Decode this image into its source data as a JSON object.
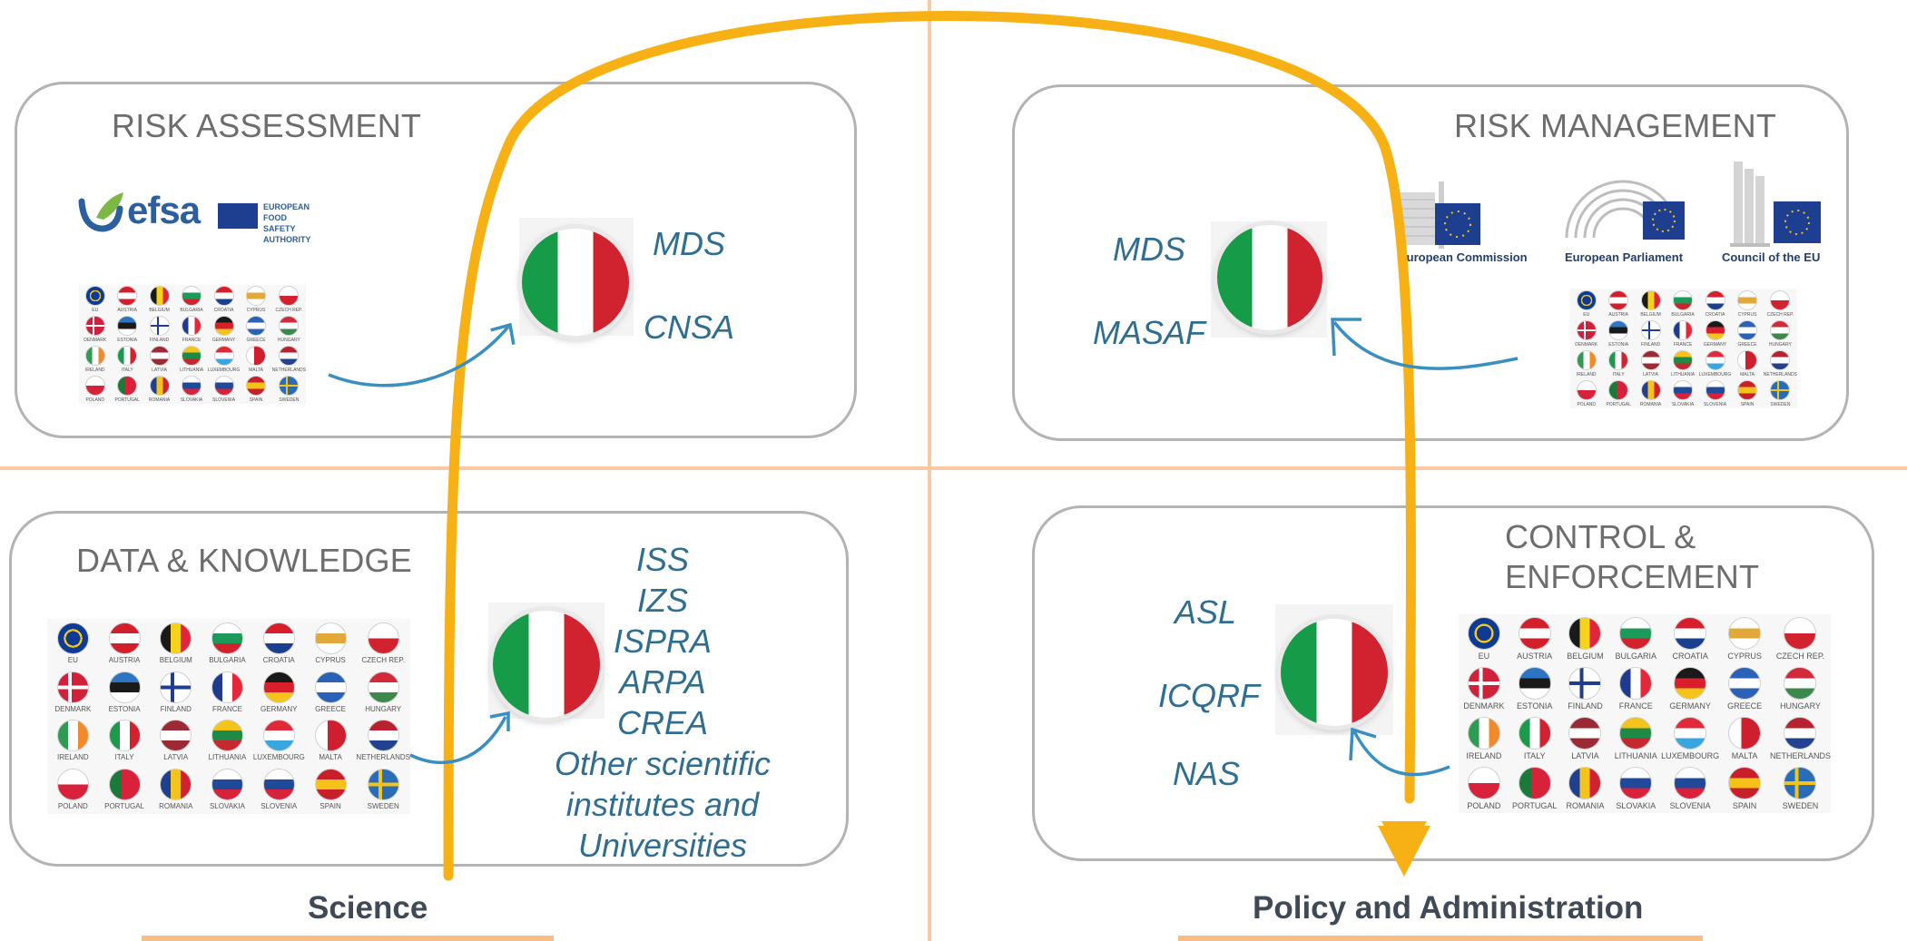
{
  "quadrants": {
    "risk_assessment": {
      "title": "RISK ASSESSMENT",
      "orgs": [
        "MDS",
        "CNSA"
      ]
    },
    "risk_management": {
      "title": "RISK MANAGEMENT",
      "orgs": [
        "MDS",
        "MASAF"
      ]
    },
    "data_knowledge": {
      "title": "DATA & KNOWLEDGE",
      "orgs": [
        "ISS",
        "IZS",
        "ISPRA",
        "ARPA",
        "CREA",
        "Other scientific",
        "institutes and",
        "Universities"
      ]
    },
    "control_enforcement": {
      "title_line1": "CONTROL &",
      "title_line2": "ENFORCEMENT",
      "orgs": [
        "ASL",
        "ICQRF",
        "NAS"
      ]
    }
  },
  "efsa": {
    "wordmark": "efsa",
    "tagline_line1": "EUROPEAN FOOD",
    "tagline_line2": "SAFETY AUTHORITY"
  },
  "eu_institutions": [
    "European Commission",
    "European Parliament",
    "Council of the EU"
  ],
  "flags": [
    {
      "name": "EU",
      "colors": [
        "#0d3b94",
        "#0d3b94"
      ],
      "type": "eu"
    },
    {
      "name": "AUSTRIA",
      "colors": [
        "#d21f2b",
        "#ffffff",
        "#d21f2b"
      ],
      "type": "h"
    },
    {
      "name": "BELGIUM",
      "colors": [
        "#1a1a1a",
        "#f7d21a",
        "#e0263b"
      ],
      "type": "v"
    },
    {
      "name": "BULGARIA",
      "colors": [
        "#ffffff",
        "#1c9a5a",
        "#d2222e"
      ],
      "type": "h"
    },
    {
      "name": "CROATIA",
      "colors": [
        "#d71f2c",
        "#ffffff",
        "#1b3f8f"
      ],
      "type": "h"
    },
    {
      "name": "CYPRUS",
      "colors": [
        "#ffffff",
        "#e1a93a",
        "#ffffff"
      ],
      "type": "h"
    },
    {
      "name": "CZECH REP.",
      "colors": [
        "#ffffff",
        "#d22230"
      ],
      "type": "h2"
    },
    {
      "name": "DENMARK",
      "colors": [
        "#d0213a",
        "#ffffff"
      ],
      "type": "cross"
    },
    {
      "name": "ESTONIA",
      "colors": [
        "#2d74c2",
        "#1a1a1a",
        "#ffffff"
      ],
      "type": "h"
    },
    {
      "name": "FINLAND",
      "colors": [
        "#ffffff",
        "#1e3f8f"
      ],
      "type": "cross"
    },
    {
      "name": "FRANCE",
      "colors": [
        "#1f3b8f",
        "#ffffff",
        "#e2283a"
      ],
      "type": "v"
    },
    {
      "name": "GERMANY",
      "colors": [
        "#1a1a1a",
        "#da1f2c",
        "#f5c41b"
      ],
      "type": "h"
    },
    {
      "name": "GREECE",
      "colors": [
        "#2a62b7",
        "#ffffff",
        "#2a62b7"
      ],
      "type": "h"
    },
    {
      "name": "HUNGARY",
      "colors": [
        "#d12a3a",
        "#ffffff",
        "#3b8a4b"
      ],
      "type": "h"
    },
    {
      "name": "IRELAND",
      "colors": [
        "#2f9a54",
        "#ffffff",
        "#f08a2a"
      ],
      "type": "v"
    },
    {
      "name": "ITALY",
      "colors": [
        "#1a9a4a",
        "#ffffff",
        "#d0222f"
      ],
      "type": "v"
    },
    {
      "name": "LATVIA",
      "colors": [
        "#9c2a35",
        "#ffffff",
        "#9c2a35"
      ],
      "type": "h"
    },
    {
      "name": "LITHUANIA",
      "colors": [
        "#f5c41b",
        "#1d8a45",
        "#c6282f"
      ],
      "type": "h"
    },
    {
      "name": "LUXEMBOURG",
      "colors": [
        "#e02a3a",
        "#ffffff",
        "#3aa6e0"
      ],
      "type": "h"
    },
    {
      "name": "MALTA",
      "colors": [
        "#ffffff",
        "#cf1f2f"
      ],
      "type": "v2"
    },
    {
      "name": "NETHERLANDS",
      "colors": [
        "#b8212f",
        "#ffffff",
        "#22418e"
      ],
      "type": "h"
    },
    {
      "name": "POLAND",
      "colors": [
        "#ffffff",
        "#d8213a"
      ],
      "type": "h2"
    },
    {
      "name": "PORTUGAL",
      "colors": [
        "#1a7a3a",
        "#d8213a"
      ],
      "type": "v2"
    },
    {
      "name": "ROMANIA",
      "colors": [
        "#1f3f8f",
        "#f5c41b",
        "#d0222f"
      ],
      "type": "v"
    },
    {
      "name": "SLOVAKIA",
      "colors": [
        "#ffffff",
        "#1f4a9a",
        "#d8213a"
      ],
      "type": "h"
    },
    {
      "name": "SLOVENIA",
      "colors": [
        "#ffffff",
        "#1f4a9a",
        "#d8213a"
      ],
      "type": "h"
    },
    {
      "name": "SPAIN",
      "colors": [
        "#c8202a",
        "#f6c21a",
        "#c8202a"
      ],
      "type": "h"
    },
    {
      "name": "SWEDEN",
      "colors": [
        "#2a6db5",
        "#f5c41b"
      ],
      "type": "cross"
    }
  ],
  "bottom": {
    "left": "Science",
    "right": "Policy and Administration"
  },
  "colors": {
    "arc": "#f7b114",
    "arrow_blue": "#3a8fc0",
    "divider": "#f8c9a4",
    "text_blue": "#2f6e90"
  }
}
